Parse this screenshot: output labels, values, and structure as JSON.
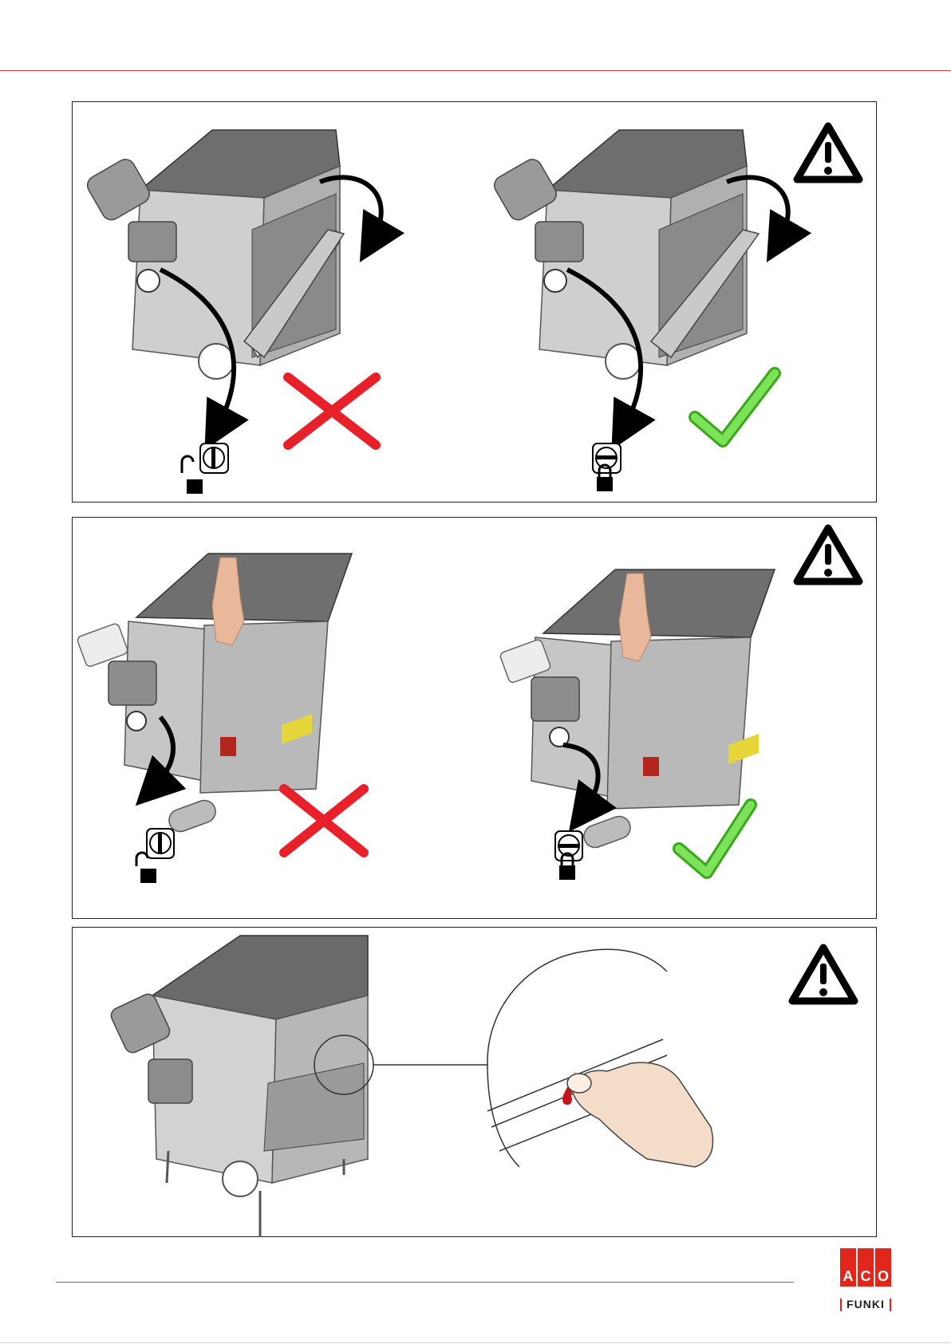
{
  "logo": {
    "letters": [
      "A",
      "C",
      "O"
    ],
    "sub": "FUNKI",
    "brand_color": "#e1261c"
  },
  "colors": {
    "rule": "#e03a3a",
    "cross": "#e8202a",
    "check": "#6fd64a",
    "metal": "#bdbdbd",
    "hopper_inside": "#7a7a7a"
  },
  "panels": [
    {
      "left_status": "wrong",
      "right_status": "correct",
      "warning_icon": "right",
      "left_switch": "on-unlocked",
      "right_switch": "off-locked"
    },
    {
      "left_status": "wrong",
      "right_status": "correct",
      "warning_icon": "right",
      "left_switch": "on-unlocked",
      "right_switch": "off-locked"
    },
    {
      "warning_icon": "right",
      "detail": "knife-edge-cut"
    }
  ]
}
